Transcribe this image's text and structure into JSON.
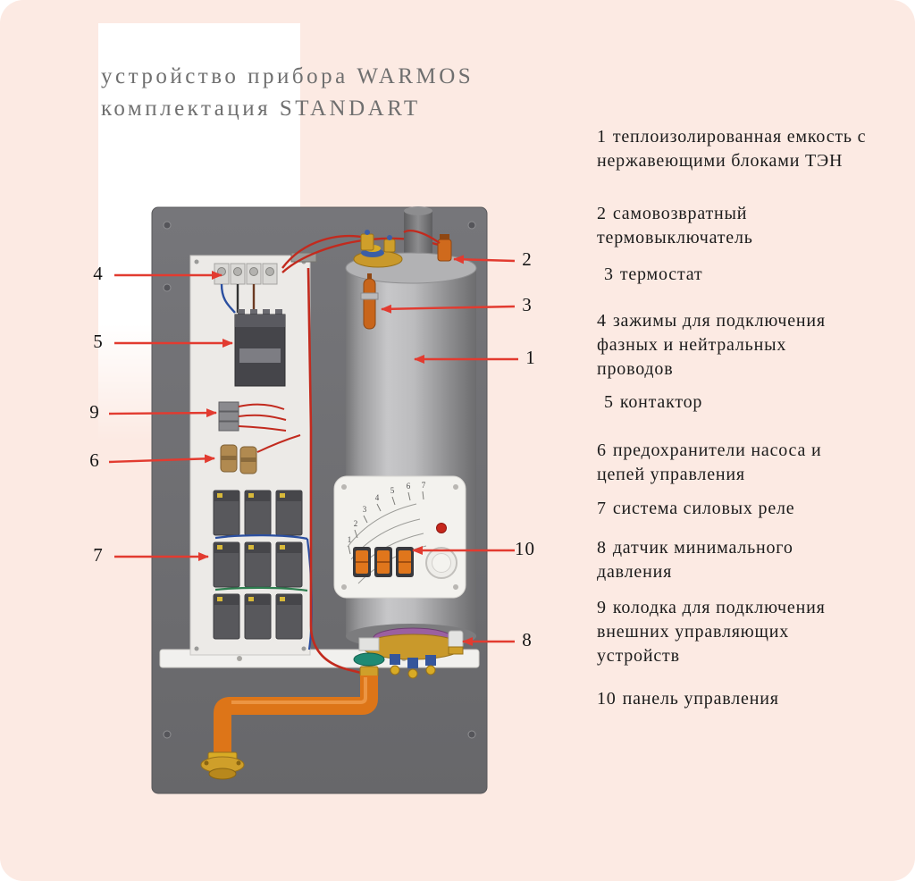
{
  "title": {
    "line1": "устройство прибора WARMOS",
    "line2": "комплектация STANDART"
  },
  "legend": {
    "items": [
      {
        "num": "1",
        "text": "теплоизолированная емкость с нержавеющими блоками ТЭН"
      },
      {
        "num": "2",
        "text": "самовозвратный термовыключатель"
      },
      {
        "num": "3",
        "text": "термостат"
      },
      {
        "num": "4",
        "text": "зажимы для подключения фазных и нейтральных проводов"
      },
      {
        "num": "5",
        "text": "контактор"
      },
      {
        "num": "6",
        "text": "предохранители насоса и цепей управления"
      },
      {
        "num": "7",
        "text": "система силовых реле"
      },
      {
        "num": "8",
        "text": "датчик минимального давления"
      },
      {
        "num": "9",
        "text": "колодка для подключения внешних управляющих устройств"
      },
      {
        "num": "10",
        "text": "панель управления"
      }
    ]
  },
  "callouts": {
    "left": [
      "4",
      "5",
      "9",
      "6",
      "7"
    ],
    "right": [
      "2",
      "3",
      "1",
      "10",
      "8"
    ]
  },
  "panel_scale": [
    "1",
    "2",
    "3",
    "4",
    "5",
    "6",
    "7"
  ],
  "colors": {
    "background": "#fceae3",
    "callout_line": "#e23b30",
    "panel_gray": "#707073",
    "pipe_orange": "#de7418",
    "brass": "#d4a017",
    "title_gray": "#6f6f6f"
  }
}
